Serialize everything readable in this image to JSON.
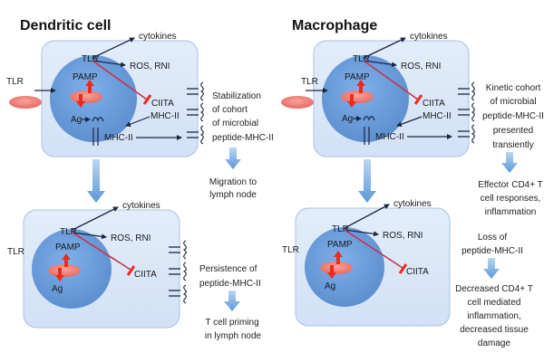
{
  "panels": {
    "dendritic": {
      "title": "Dendritic cell",
      "top_cell": {
        "outside_tlr": "TLR",
        "tlr": "TLR",
        "cytokines": "cytokines",
        "ros_rni": "ROS, RNI",
        "pamp": "PAMP",
        "ciita": "CIITA",
        "ag": "Ag",
        "mhc_ii_upper": "MHC-II",
        "mhc_ii_lower": "MHC-II"
      },
      "top_outcome": [
        "Stabilization",
        "of cohort",
        "of microbial",
        "peptide-MHC-II"
      ],
      "top_next": [
        "Migration to",
        "lymph node"
      ],
      "bottom_cell": {
        "outside_tlr": "TLR",
        "tlr": "TLR",
        "cytokines": "cytokines",
        "ros_rni": "ROS, RNI",
        "pamp": "PAMP",
        "ciita": "CIITA",
        "ag": "Ag"
      },
      "bottom_outcome": [
        "Persistence of",
        "peptide-MHC-II"
      ],
      "bottom_next": [
        "T cell priming",
        "in lymph node"
      ]
    },
    "macrophage": {
      "title": "Macrophage",
      "top_cell": {
        "outside_tlr": "TLR",
        "tlr": "TLR",
        "cytokines": "cytokines",
        "ros_rni": "ROS, RNI",
        "pamp": "PAMP",
        "ciita": "CIITA",
        "ag": "Ag",
        "mhc_ii_upper": "MHC-II",
        "mhc_ii_lower": "MHC-II"
      },
      "top_outcome": [
        "Kinetic cohort",
        "of microbial",
        "peptide-MHC-II",
        "presented",
        "transiently"
      ],
      "top_next": [
        "Effector CD4+ T",
        "cell responses,",
        "inflammation"
      ],
      "bottom_cell": {
        "outside_tlr": "TLR",
        "tlr": "TLR",
        "cytokines": "cytokines",
        "ros_rni": "ROS, RNI",
        "pamp": "PAMP",
        "ciita": "CIITA",
        "ag": "Ag"
      },
      "bottom_outcome": [
        "Loss of",
        "peptide-MHC-II"
      ],
      "bottom_next": [
        "Decreased CD4+ T",
        "cell mediated",
        "inflammation,",
        "decreased tissue",
        "damage"
      ]
    }
  },
  "colors": {
    "cell_fill": "#dce8f8",
    "cell_stroke": "#a9c0e0",
    "nucleus_fill": "#6f9ed8",
    "pathogen_fill": "#f0807a",
    "red_arrow": "#ee2a1f",
    "inhibit_line": "#c8334b",
    "dark_arrow": "#1c2640",
    "flow_arrow": "#6aa0da"
  }
}
